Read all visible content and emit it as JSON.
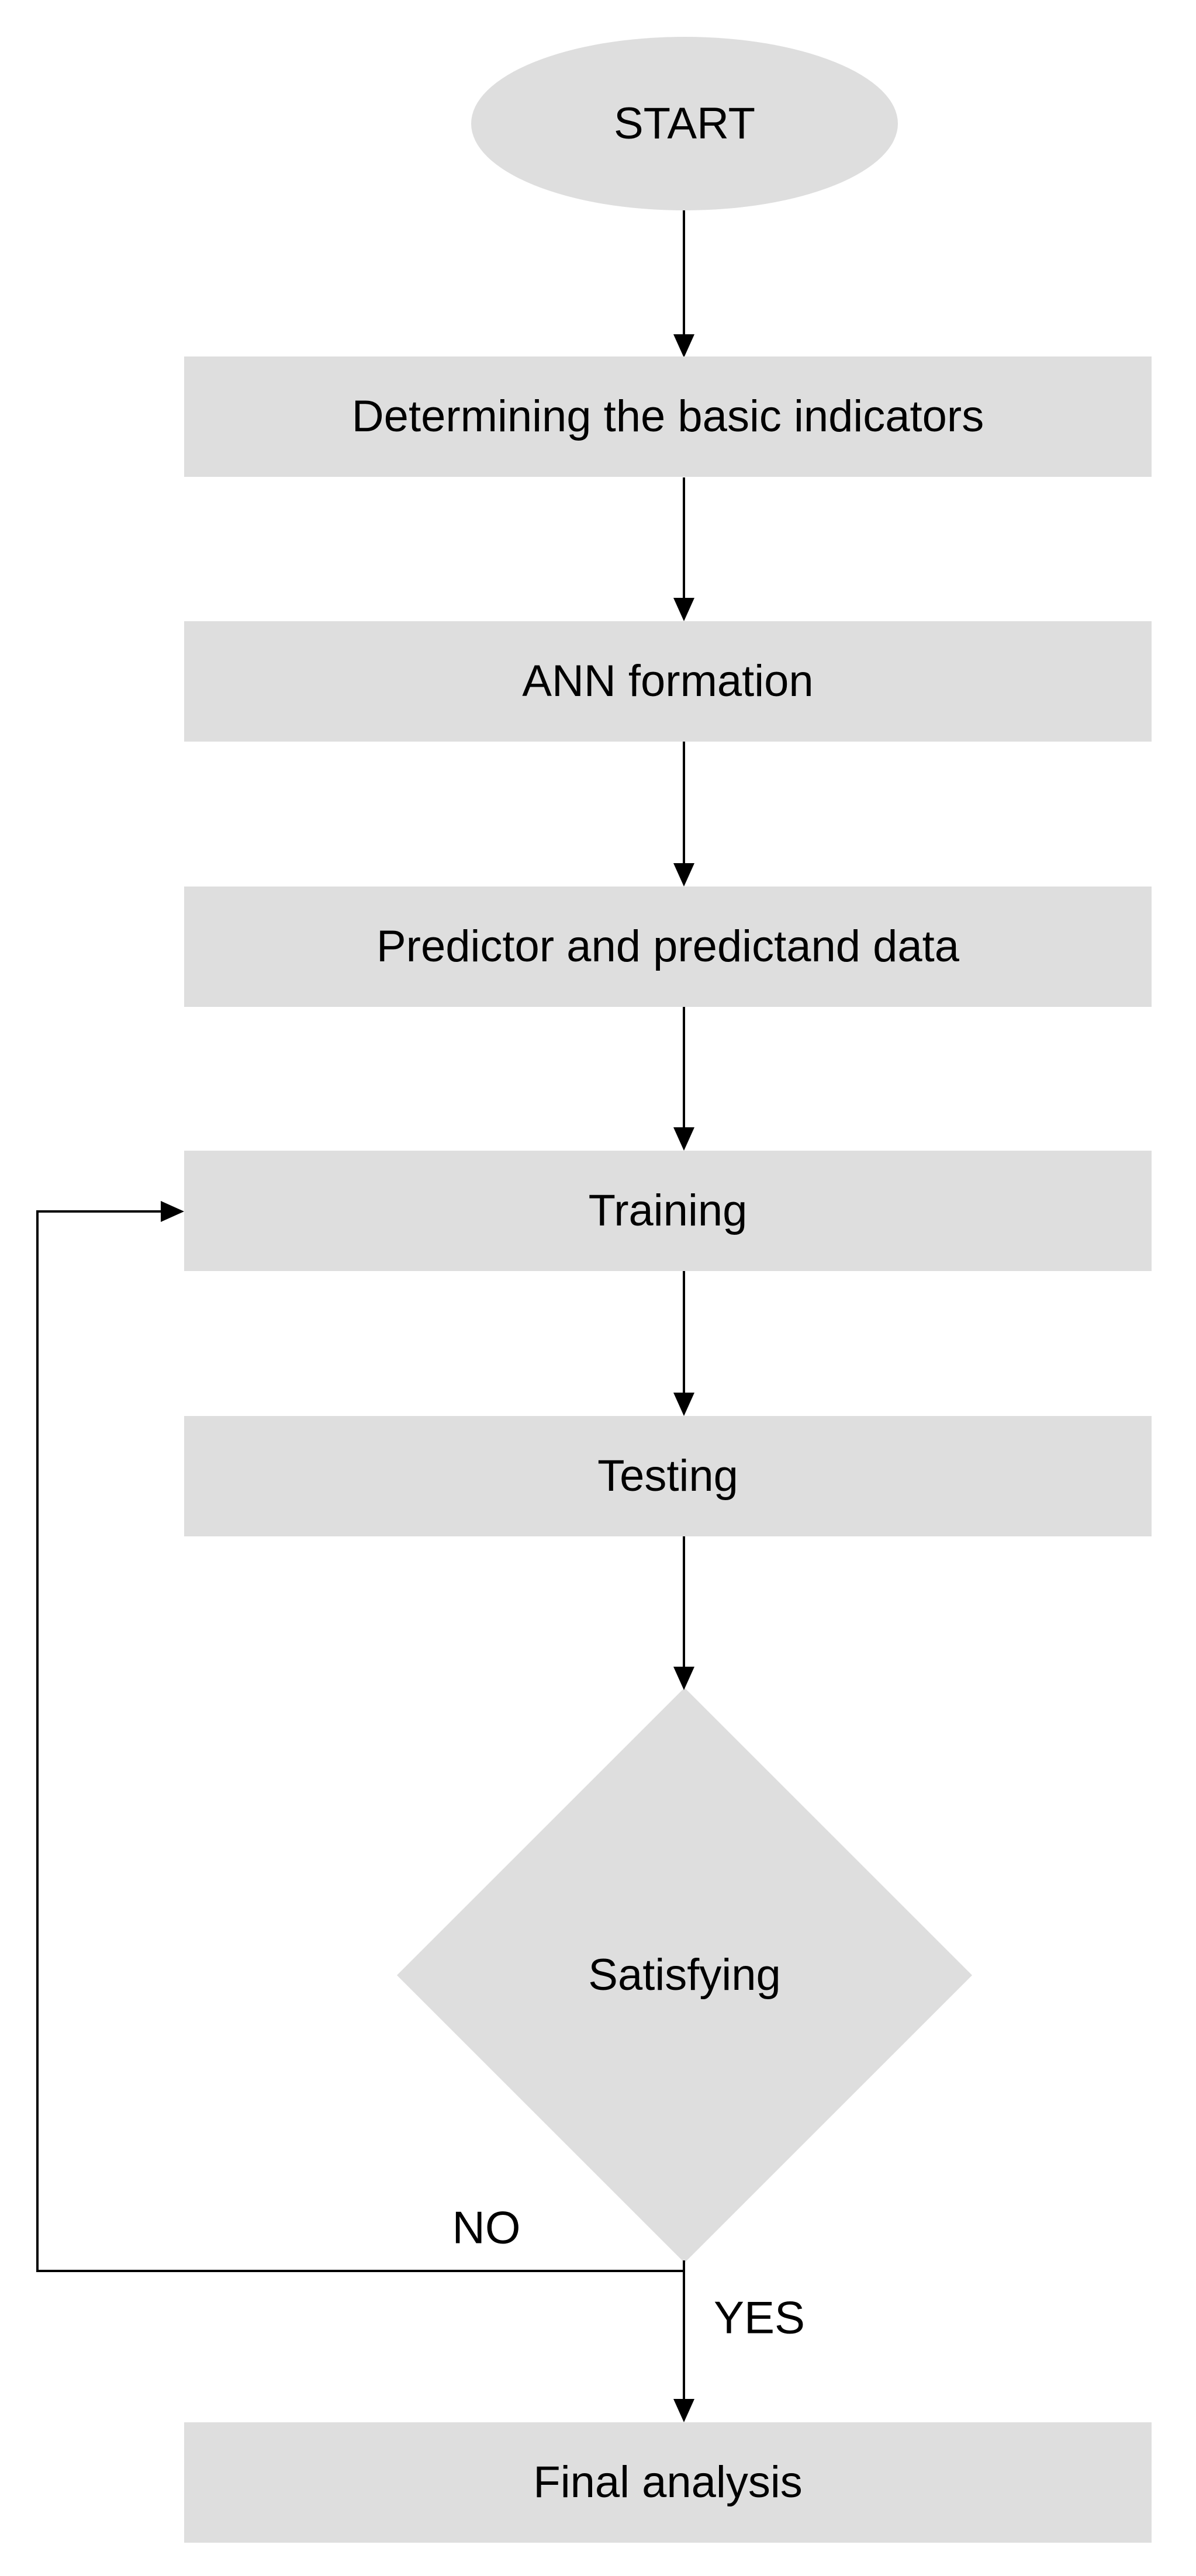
{
  "diagram": {
    "type": "flowchart",
    "title": "ANN prediction workflow flowchart",
    "background_color": "#ffffff",
    "shape_fill_color": "#dedede",
    "line_color": "#000000",
    "text_color": "#000000",
    "nodes": [
      {
        "id": "start",
        "shape": "terminator",
        "label": "START"
      },
      {
        "id": "step1",
        "shape": "process",
        "label": "Determining the basic indicators"
      },
      {
        "id": "step2",
        "shape": "process",
        "label": "ANN formation"
      },
      {
        "id": "step3",
        "shape": "process",
        "label": "Predictor and predictand data"
      },
      {
        "id": "step4",
        "shape": "process",
        "label": "Training"
      },
      {
        "id": "step5",
        "shape": "process",
        "label": "Testing"
      },
      {
        "id": "decision",
        "shape": "decision",
        "label": "Satisfying"
      },
      {
        "id": "final",
        "shape": "process",
        "label": "Final analysis"
      }
    ],
    "edges": [
      {
        "from": "start",
        "to": "step1",
        "label": ""
      },
      {
        "from": "step1",
        "to": "step2",
        "label": ""
      },
      {
        "from": "step2",
        "to": "step3",
        "label": ""
      },
      {
        "from": "step3",
        "to": "step4",
        "label": ""
      },
      {
        "from": "step4",
        "to": "step5",
        "label": ""
      },
      {
        "from": "step5",
        "to": "decision",
        "label": ""
      },
      {
        "from": "decision",
        "to": "step4",
        "label": "NO"
      },
      {
        "from": "decision",
        "to": "final",
        "label": "YES"
      }
    ]
  }
}
